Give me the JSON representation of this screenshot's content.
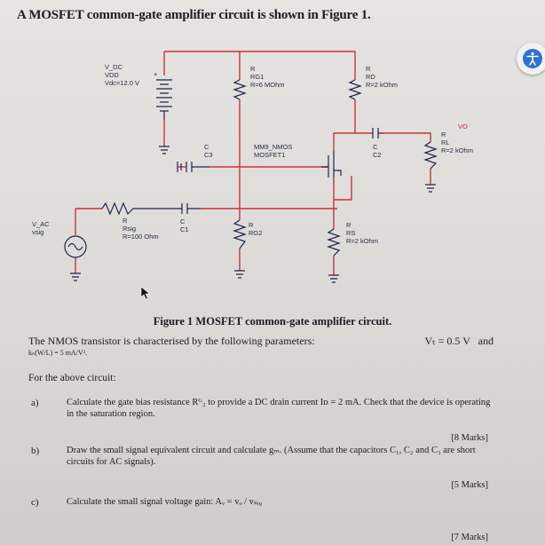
{
  "page": {
    "heading": "A MOSFET common-gate amplifier circuit is shown in Figure 1.",
    "figure_caption": "Figure 1  MOSFET common-gate amplifier circuit.",
    "intro_part1": "The NMOS transistor is characterised by the following parameters:",
    "intro_param": "Vₜ = 0.5 V",
    "intro_and": "and",
    "intro_line2": "kₙ(W/L) = 5 mA/V².",
    "for_circuit": "For the above circuit:"
  },
  "questions": [
    {
      "letter": "a)",
      "text": "Calculate the gate bias resistance Rᴳ₂ to provide a DC drain current Iᴅ = 2 mA. Check that the device is operating in the saturation region.",
      "marks": "[8 Marks]"
    },
    {
      "letter": "b)",
      "text": "Draw the small signal equivalent circuit and calculate gₘ. (Assume that the capacitors C₁, C₂ and C₃ are short circuits for AC signals).",
      "marks": "[5 Marks]"
    },
    {
      "letter": "c)",
      "text": "Calculate the small signal voltage gain: Aᵥ = vₒ / vₛᵢ₉",
      "marks": "[7 Marks]"
    }
  ],
  "schematic": {
    "vdc": [
      "V_DC",
      "VDD",
      "Vdc=12.0 V"
    ],
    "plus": "+",
    "rg1": [
      "R",
      "RG1",
      "R=6 MOhm"
    ],
    "rd": [
      "R",
      "RD",
      "R=2 kOhm"
    ],
    "c3": [
      "C",
      "C3"
    ],
    "mosfet": [
      "MM9_NMOS",
      "MOSFET1"
    ],
    "c2": [
      "C",
      "C2"
    ],
    "rl": [
      "R",
      "RL",
      "R=2 kOhm"
    ],
    "vo": "VO",
    "vac": [
      "V_AC",
      "vsig"
    ],
    "rsig": [
      "R",
      "Rsig",
      "R=100 Ohm"
    ],
    "c1": [
      "C",
      "C1"
    ],
    "rg2": [
      "R",
      "RG2"
    ],
    "rs": [
      "R",
      "RS",
      "R=2 kOhm"
    ]
  },
  "colors": {
    "wire": "#c8333a",
    "component": "#23234a",
    "accent": "#2f6fd6"
  },
  "icons": {
    "side_button": "accessibility-icon",
    "cursor": "mouse-pointer-icon"
  }
}
